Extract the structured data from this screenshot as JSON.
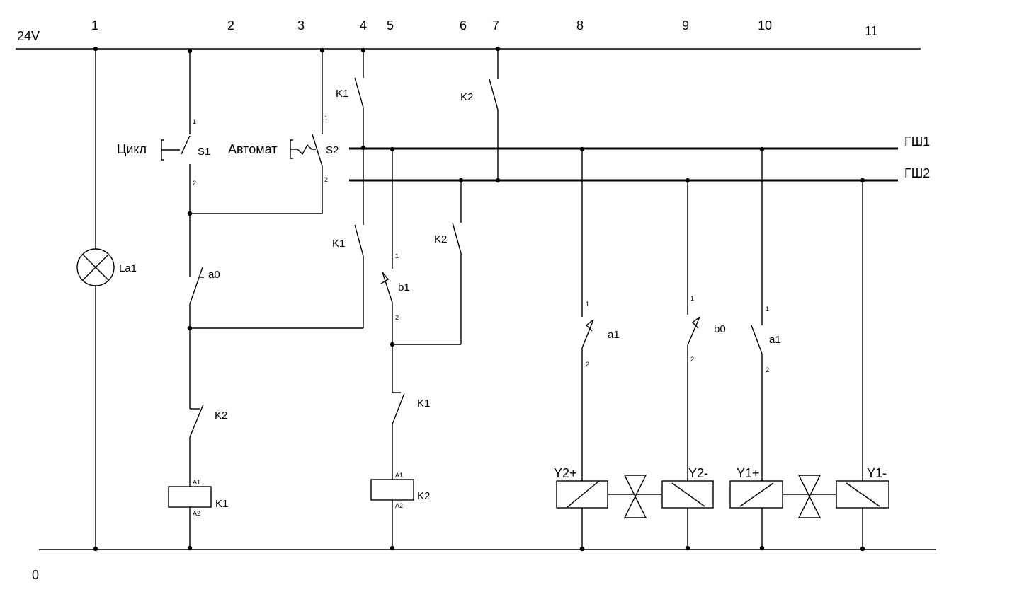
{
  "rails": {
    "supply_label": "24V",
    "ground_label": "0"
  },
  "columns": [
    "1",
    "2",
    "3",
    "4",
    "5",
    "6",
    "7",
    "8",
    "9",
    "10",
    "11"
  ],
  "buses": {
    "gsh1": "ГШ1",
    "gsh2": "ГШ2"
  },
  "lamp": {
    "label": "La1"
  },
  "buttons": {
    "cycle": {
      "caption": "Цикл",
      "ref": "S1"
    },
    "auto": {
      "caption": "Автомат",
      "ref": "S2"
    }
  },
  "contacts": {
    "k1_top": "K1",
    "k2_top": "K2",
    "k1_mid": "K1",
    "k2_mid": "K2",
    "a0": "a0",
    "b1": "b1",
    "k2_low": "K2",
    "k1_low": "K1",
    "a1_left": "a1",
    "b0": "b0",
    "a1_right": "a1"
  },
  "pins": {
    "p1": "1",
    "p2": "2",
    "a1": "A1",
    "a2": "A2"
  },
  "relays": {
    "k1": "K1",
    "k2": "K2"
  },
  "solenoids": {
    "y2p": "Y2+",
    "y2m": "Y2-",
    "y1p": "Y1+",
    "y1m": "Y1-"
  }
}
